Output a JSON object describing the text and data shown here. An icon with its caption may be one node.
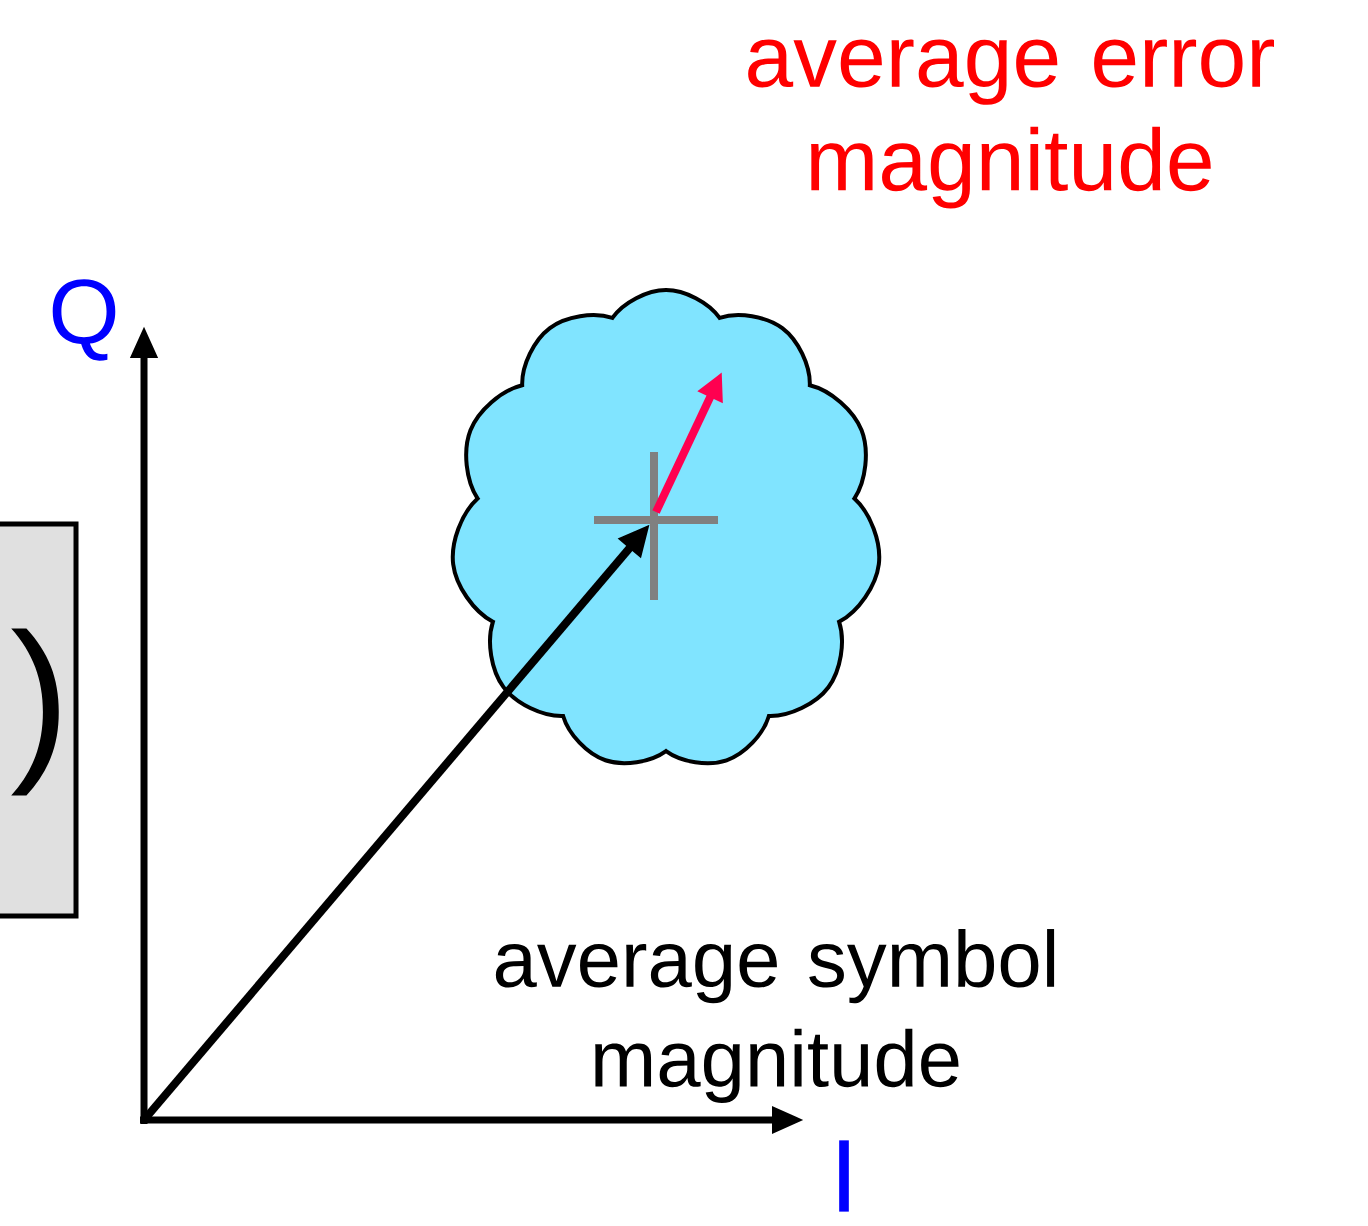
{
  "diagram": {
    "nodes": [
      {
        "text": [
          ")"
        ]
      }
    ],
    "labels": [
      "average error magnitude",
      "Q",
      "average symbol magnitude",
      "I"
    ]
  }
}
